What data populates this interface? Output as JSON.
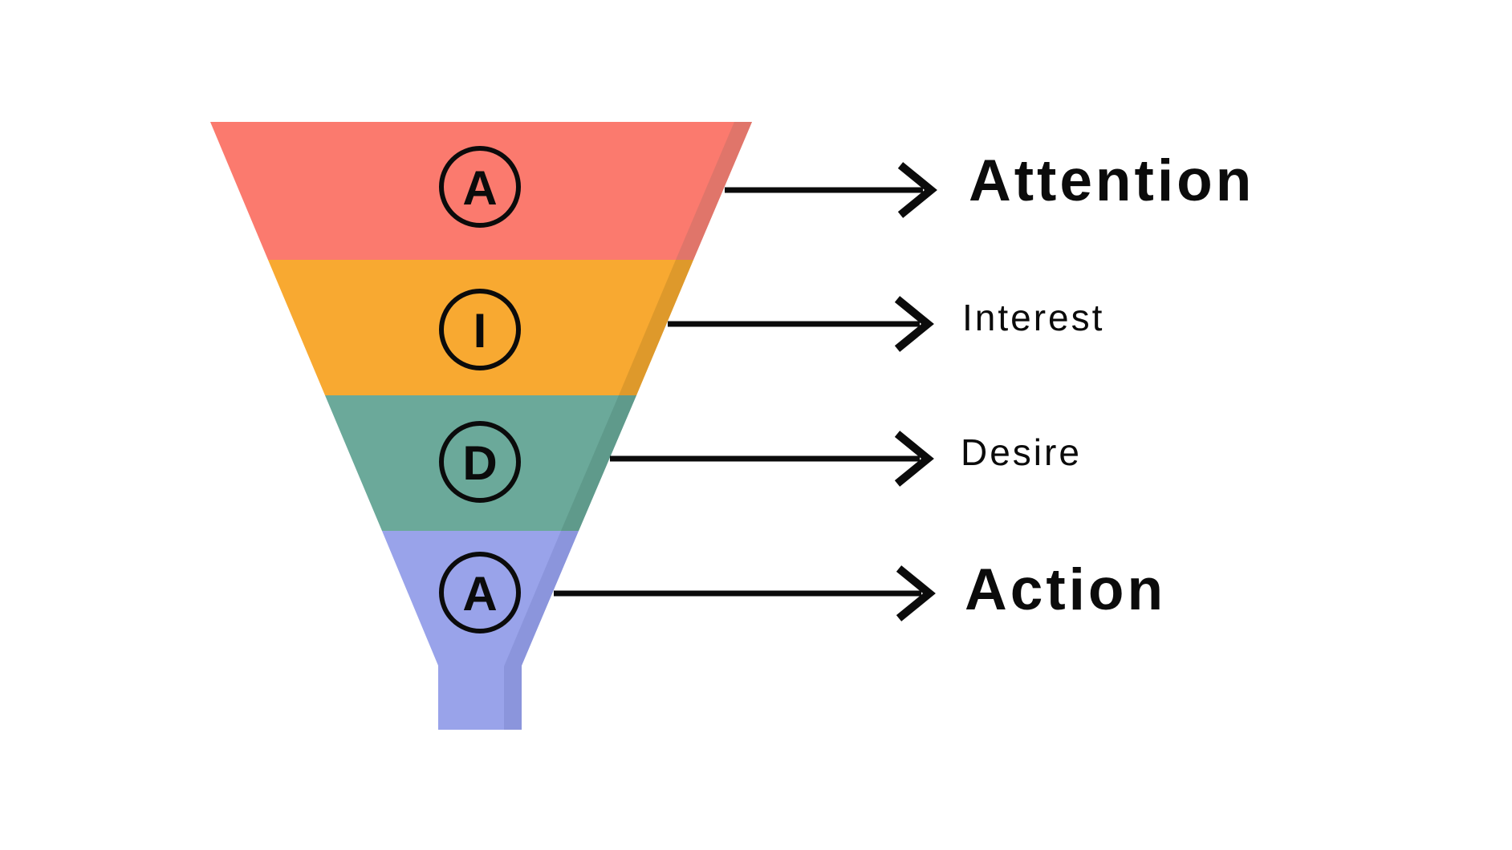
{
  "diagram": {
    "type": "marketing-funnel",
    "model": "AIDA",
    "background": "#FFFFFF",
    "ink": "#0B0B0B",
    "stages": [
      {
        "letter": "A",
        "label": "Attention",
        "color": "#FB7A6E",
        "shade": "#E0756A",
        "emphasis": "bold"
      },
      {
        "letter": "I",
        "label": "Interest",
        "color": "#F8A931",
        "shade": "#DE992B",
        "emphasis": "regular"
      },
      {
        "letter": "D",
        "label": "Desire",
        "color": "#6BA99A",
        "shade": "#5F9A8B",
        "emphasis": "regular"
      },
      {
        "letter": "A",
        "label": "Action",
        "color": "#99A3EA",
        "shade": "#8B95DC",
        "emphasis": "bold"
      }
    ]
  }
}
